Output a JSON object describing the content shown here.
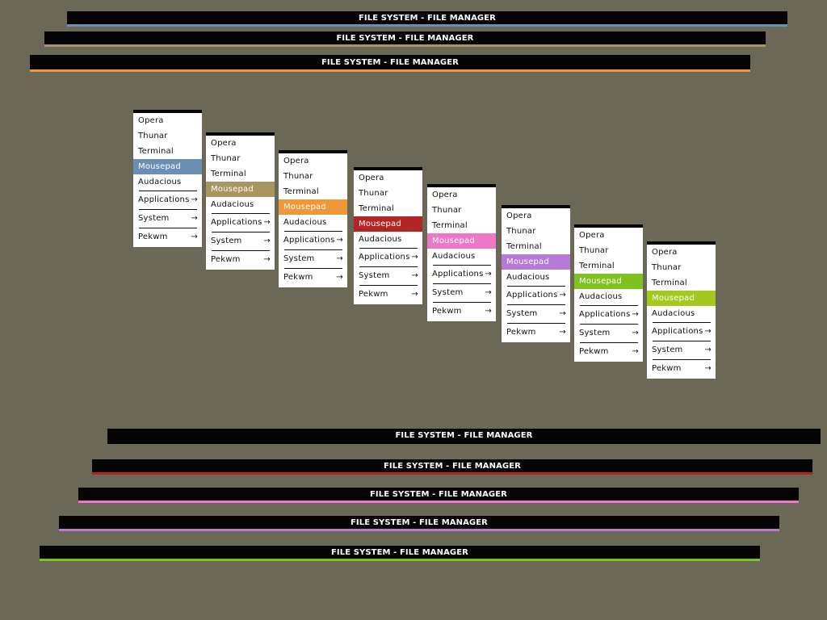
{
  "title": "FILE SYSTEM - FILE MANAGER",
  "menu": {
    "items": [
      "Opera",
      "Thunar",
      "Terminal",
      "Mousepad",
      "Audacious"
    ],
    "submenus": [
      "Applications",
      "System",
      "Pekwm"
    ],
    "arrow": "→"
  },
  "themes": [
    {
      "name": "blue",
      "accent": "#6b8fb3"
    },
    {
      "name": "khaki",
      "accent": "#a89560"
    },
    {
      "name": "orange",
      "accent": "#f0973a"
    },
    {
      "name": "red",
      "accent": "#b32525"
    },
    {
      "name": "pink",
      "accent": "#ee77c8"
    },
    {
      "name": "purple",
      "accent": "#b77ad6"
    },
    {
      "name": "green",
      "accent": "#7dc21e"
    },
    {
      "name": "lime",
      "accent": "#a5c81f"
    }
  ],
  "titlebar_accents": [
    "#6b8fb3",
    "#a89560",
    "#f0973a",
    "#050505",
    "#b32525",
    "#ee77c8",
    "#b77ad6",
    "#7dc21e"
  ]
}
